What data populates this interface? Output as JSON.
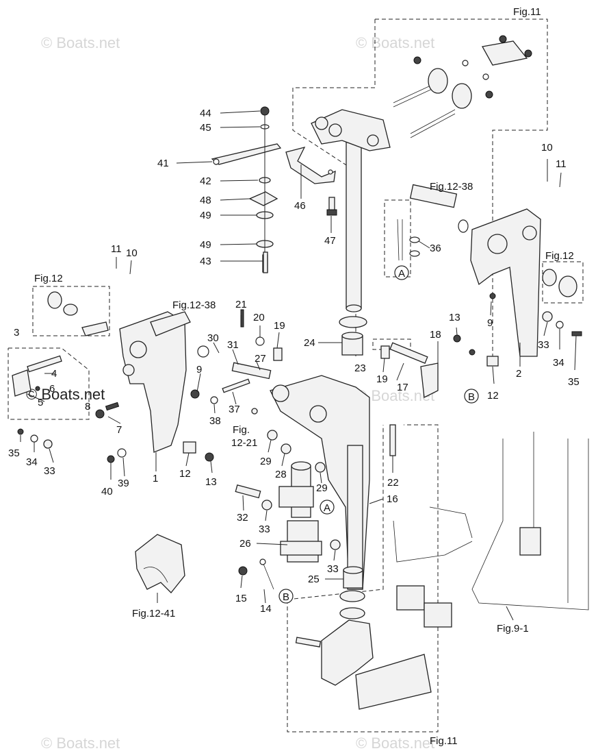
{
  "watermarks": {
    "top_left": "© Boats.net",
    "top_right": "© Boats.net",
    "middle": "© Boats.net",
    "bottom_left": "© Boats.net",
    "bottom_right": "© Boats.net",
    "inline": "© Boats.net"
  },
  "figure_refs": {
    "fig11_top": "Fig.11",
    "fig11_bottom": "Fig.11",
    "fig12_left": "Fig.12",
    "fig12_right": "Fig.12",
    "fig12_38_left": "Fig.12-38",
    "fig12_38_right": "Fig.12-38",
    "fig12_21_a": "Fig.",
    "fig12_21_b": "12-21",
    "fig12_41": "Fig.12-41",
    "fig9_1": "Fig.9-1"
  },
  "circle_labels": {
    "a1": "A",
    "a2": "A",
    "b1": "B",
    "b2": "B"
  },
  "callouts": {
    "c44": "44",
    "c45": "45",
    "c41": "41",
    "c42": "42",
    "c48": "48",
    "c49a": "49",
    "c49b": "49",
    "c43": "43",
    "c46": "46",
    "c47": "47",
    "c10a": "10",
    "c11a": "11",
    "c36": "36",
    "c9a": "9",
    "c2": "2",
    "c33a": "33",
    "c34a": "34",
    "c35a": "35",
    "c13a": "13",
    "c18": "18",
    "c12a": "12",
    "c17": "17",
    "c19a": "19",
    "c23": "23",
    "c24": "24",
    "c11b": "11",
    "c10b": "10",
    "c3": "3",
    "c4": "4",
    "c6": "6",
    "c5": "5",
    "c8": "8",
    "c7": "7",
    "c35b": "35",
    "c34b": "34",
    "c33b": "33",
    "c40": "40",
    "c39": "39",
    "c1": "1",
    "c12b": "12",
    "c13b": "13",
    "c21": "21",
    "c20": "20",
    "c19b": "19",
    "c30": "30",
    "c31": "31",
    "c27": "27",
    "c9b": "9",
    "c38": "38",
    "c37": "37",
    "c29a": "29",
    "c28": "28",
    "c29b": "29",
    "c22": "22",
    "c16": "16",
    "c32": "32",
    "c33c": "33",
    "c26": "26",
    "c33d": "33",
    "c25": "25",
    "c15": "15",
    "c14": "14"
  }
}
